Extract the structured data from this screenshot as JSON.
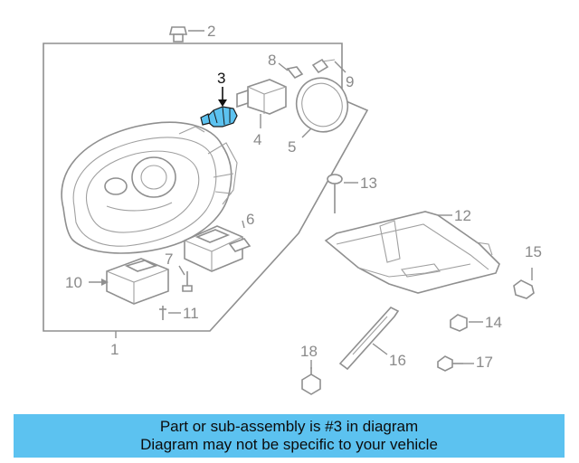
{
  "callouts": {
    "c1": "1",
    "c2": "2",
    "c3": "3",
    "c4": "4",
    "c5": "5",
    "c6": "6",
    "c7": "7",
    "c8": "8",
    "c9": "9",
    "c10": "10",
    "c11": "11",
    "c12": "12",
    "c13": "13",
    "c14": "14",
    "c15": "15",
    "c16": "16",
    "c17": "17",
    "c18": "18"
  },
  "highlight": {
    "part_number": "3",
    "color": "#5cc2f0"
  },
  "banner": {
    "line1": "Part or sub-assembly is #3 in diagram",
    "line2": "Diagram may not be specific to your vehicle",
    "background": "#5cc2f0"
  }
}
